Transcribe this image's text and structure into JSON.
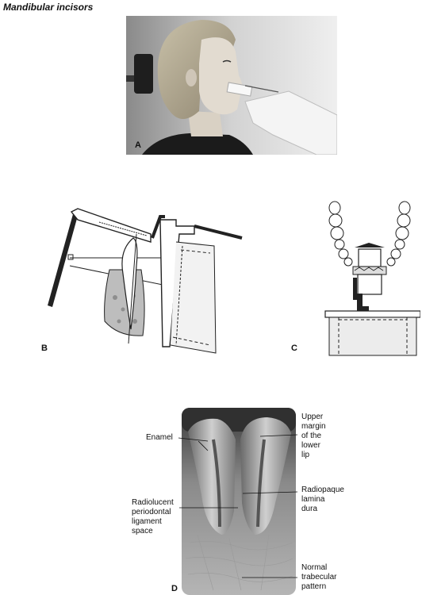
{
  "title": "Mandibular incisors",
  "panels": {
    "a": {
      "letter": "A"
    },
    "b": {
      "letter": "B"
    },
    "c": {
      "letter": "C"
    },
    "d": {
      "letter": "D"
    }
  },
  "radiograph_labels": {
    "enamel": "Enamel",
    "upper_margin": [
      "Upper",
      "margin",
      "of the",
      "lower",
      "lip"
    ],
    "radiolucent": [
      "Radiolucent",
      "periodontal",
      "ligament",
      "space"
    ],
    "radiopaque": [
      "Radiopaque",
      "lamina",
      "dura"
    ],
    "trabecular": [
      "Normal",
      "trabecular",
      "pattern"
    ]
  }
}
